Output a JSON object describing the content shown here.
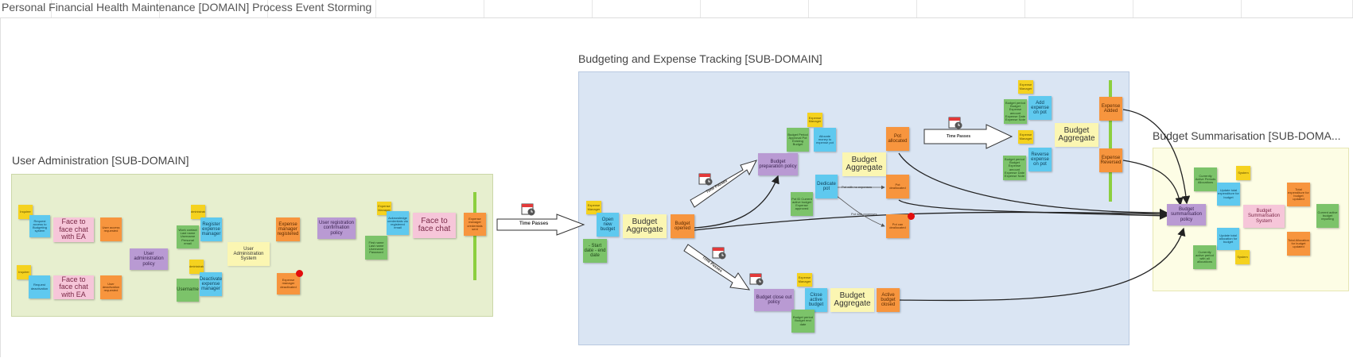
{
  "page": {
    "title": "Personal Financial Health Maintenance [DOMAIN] Process Event Storming"
  },
  "colors": {
    "region_green": "#e7efcf",
    "region_blue": "#dae5f3",
    "region_yellow": "#fdfde5",
    "sticky_yellow": "#f5d21f",
    "sticky_blue": "#5fc9ef",
    "sticky_green": "#7cc36a",
    "sticky_orange": "#f7953e",
    "sticky_purple": "#b99ad3",
    "sticky_pink": "#f6c6d9",
    "hotspot_red": "#e20d0d",
    "timeline_bar": "#8ccf3f"
  },
  "regions": {
    "user_admin": {
      "title": "User Administration [SUB-DOMAIN]"
    },
    "budgeting": {
      "title": "Budgeting and Expense Tracking [SUB-DOMAIN]"
    },
    "summarisation": {
      "title": "Budget Summarisation [SUB-DOMA..."
    }
  },
  "user_admin": {
    "actor1": "Inquirer",
    "cmd1": "Request access to Budgeting system",
    "pink1": "Face to face chat with EA",
    "evt1": "User access requested",
    "actor2": "Inquirer",
    "cmd2": "Request deactivation",
    "pink2": "Face to face chat with EA",
    "evt2": "User deactivation requested",
    "policy": "User administration policy",
    "actor3": "Administrator",
    "rm1": "Work contact Last name Username Personal email",
    "cmd3": "Register expense manager",
    "actor4": "Administrator",
    "rm2": "Username",
    "cmd4": "Deactivate expense manager",
    "system": "User Administration System",
    "evt3": "Expense manager registered",
    "evt4": "Expense manager deactivated",
    "policy2": "User registration confirmation policy",
    "actor5": "Expense Manager",
    "cmd5": "Acknowledge credentials via registered email",
    "rm3": "First name Last name Username Password",
    "pink3": "Face to face chat",
    "evt5": "Expense manager credentials sent"
  },
  "time_passes": {
    "label": "Time Passes"
  },
  "budgeting": {
    "actor1": "Expense Manager",
    "cmd_open": "Open new budget",
    "rm_dates": "- Start date - end date",
    "agg1": "Budget Aggregate",
    "evt_opened": "Budget opened",
    "time1": "Time Passes",
    "policy_prep": "Budget preparation policy",
    "actor2": "Expense Manager",
    "rm_budget": "Budget Period Approval Pot Existing Budget",
    "cmd_allocate": "Allocate money to expense pot",
    "rm_pot": "Pot ID Current active budget Expense approved",
    "cmd_dedicate": "Dedicate pot",
    "agg2": "Budget Aggregate",
    "evt_allocated": "Pot allocated",
    "lbl_with": "Pot with no expenses",
    "evt_deallocated": "Pot deallocated",
    "lbl_with2": "Pot with expenses",
    "evt_failed": "Pot can deallocated",
    "time2": "Time Passes",
    "actor3": "Expense Manager",
    "rm_add": "Budget period Budget Expense amount Expense Date Expense Note",
    "cmd_add": "Add expense on pot",
    "actor4": "Expense Manager",
    "rm_rev": "Budget period Budget Expense amount Expense Date Expense Note",
    "cmd_rev": "Reverse expense on pot",
    "agg3": "Budget Aggregate",
    "evt_added": "Expense Added",
    "evt_reversed": "Expense Reversed",
    "time3": "Time Passes",
    "policy_close": "Budget close out policy",
    "actor5": "Expense Manager",
    "cmd_close": "Close active budget",
    "rm_close": "Budget period Budget end date",
    "agg4": "Budget Aggregate",
    "evt_closed": "Active budget closed"
  },
  "summary": {
    "policy": "Budget summarisation policy",
    "rm1": "Currently Active Periods Allocations",
    "actor1": "System",
    "cmd1": "Update total expenditure for budget",
    "evt1": "Total expenditure for budget updated",
    "system": "Budget Summarisation System",
    "rm2": "Current active budget reporting",
    "cmd2": "Update total allocation for budget",
    "evt2": "Total Allocation for budget updated",
    "actor2": "System",
    "rm3": "Currently active period with all allocations"
  }
}
